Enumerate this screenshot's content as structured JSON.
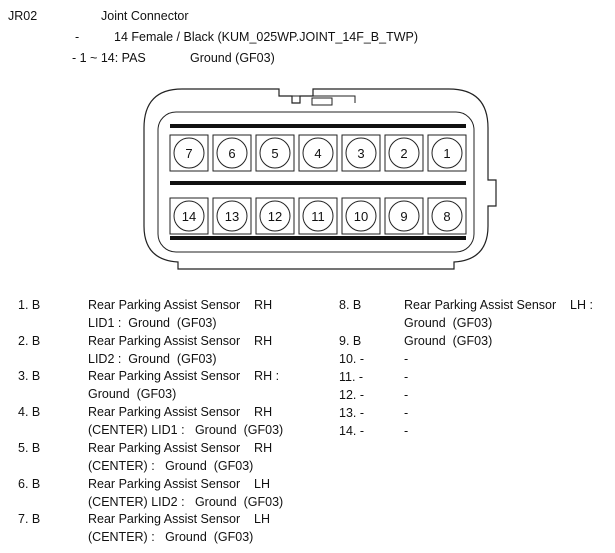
{
  "header": {
    "code": "JR02",
    "title": "Joint Connector",
    "dash": "-",
    "connector_spec": "14 Female / Black (KUM_025WP.JOINT_14F_B_TWP)",
    "pin_range": "- 1 ~ 14: PAS",
    "pin_range_ground": "Ground  (GF03)"
  },
  "connector": {
    "top_row": [
      "7",
      "6",
      "5",
      "4",
      "3",
      "2",
      "1"
    ],
    "bottom_row": [
      "14",
      "13",
      "12",
      "11",
      "10",
      "9",
      "8"
    ]
  },
  "pins_left": [
    {
      "pin": "1. B",
      "line1": "Rear Parking Assist Sensor    RH",
      "line2": "LID1 :  Ground  (GF03)"
    },
    {
      "pin": "2. B",
      "line1": "Rear Parking Assist Sensor    RH",
      "line2": "LID2 :  Ground  (GF03)"
    },
    {
      "pin": "3. B",
      "line1": "Rear Parking Assist Sensor    RH :",
      "line2": "Ground  (GF03)"
    },
    {
      "pin": "4. B",
      "line1": "Rear Parking Assist Sensor    RH",
      "line2": "(CENTER) LID1 :   Ground  (GF03)"
    },
    {
      "pin": "5. B",
      "line1": "Rear Parking Assist Sensor    RH",
      "line2": "(CENTER) :   Ground  (GF03)"
    },
    {
      "pin": "6. B",
      "line1": "Rear Parking Assist Sensor    LH",
      "line2": "(CENTER) LID2 :   Ground  (GF03)"
    },
    {
      "pin": "7. B",
      "line1": "Rear Parking Assist Sensor    LH",
      "line2": "(CENTER) :   Ground  (GF03)"
    }
  ],
  "pins_right": [
    {
      "pin": "8. B",
      "line1": "Rear Parking Assist Sensor    LH :",
      "line2": "Ground  (GF03)"
    },
    {
      "pin": "9. B",
      "line1": "Ground  (GF03)",
      "line2": ""
    },
    {
      "pin": "10. -",
      "line1": "-",
      "line2": ""
    },
    {
      "pin": "11. -",
      "line1": "-",
      "line2": ""
    },
    {
      "pin": "12. -",
      "line1": "-",
      "line2": ""
    },
    {
      "pin": "13. -",
      "line1": "-",
      "line2": ""
    },
    {
      "pin": "14. -",
      "line1": "-",
      "line2": ""
    }
  ]
}
